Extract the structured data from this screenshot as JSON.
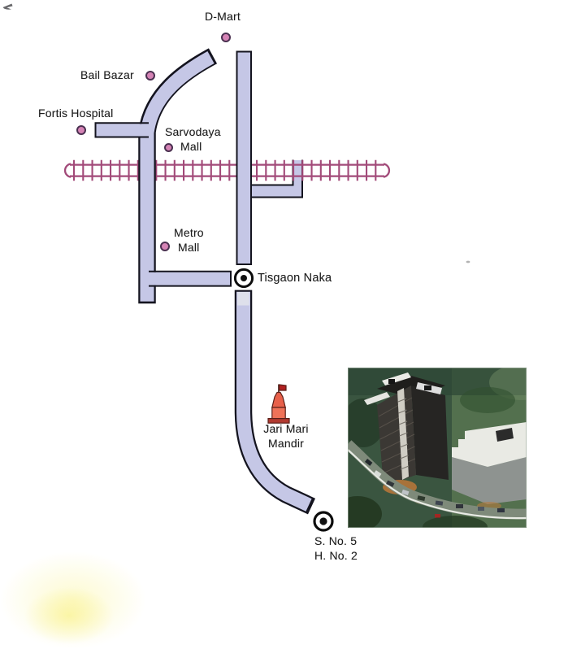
{
  "map": {
    "landmarks": {
      "dmart": {
        "label": "D-Mart"
      },
      "bail_bazar": {
        "label": "Bail Bazar"
      },
      "fortis": {
        "label": "Fortis Hospital"
      },
      "sarvodaya": {
        "line1": "Sarvodaya",
        "line2": "Mall"
      },
      "metro": {
        "line1": "Metro",
        "line2": "Mall"
      },
      "tisgaon": {
        "label": "Tisgaon Naka"
      },
      "mandir": {
        "line1": "Jari Mari",
        "line2": "Mandir"
      },
      "site": {
        "line1": "S. No. 5",
        "line2": "H. No. 2"
      }
    },
    "colors": {
      "road_fill": "#c5c7e6",
      "road_fill_light": "#dee0eb",
      "road_border": "#14141f",
      "railway": "#a24a79",
      "marker_fill": "#d583b5",
      "marker_border": "#4a3050",
      "temple_red": "#e8604a",
      "temple_base": "#b23a30",
      "text": "#1e1e1e"
    }
  }
}
